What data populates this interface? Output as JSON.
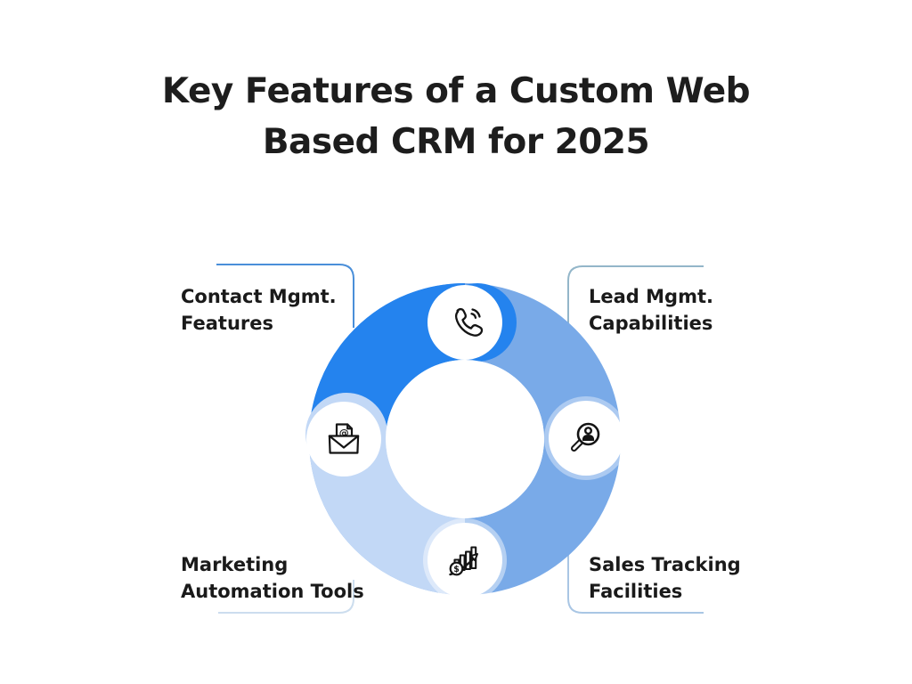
{
  "title": {
    "line1": "Key Features of a Custom Web",
    "line2": "Based CRM for 2025"
  },
  "features": [
    {
      "id": "contact",
      "line1": "Contact Mgmt.",
      "line2": "Features",
      "icon": "phone-icon",
      "position": "top-left"
    },
    {
      "id": "lead",
      "line1": "Lead Mgmt.",
      "line2": "Capabilities",
      "icon": "lead-search-icon",
      "position": "top-right"
    },
    {
      "id": "marketing",
      "line1": "Marketing",
      "line2": "Automation Tools",
      "icon": "email-at-icon",
      "position": "bottom-left"
    },
    {
      "id": "sales",
      "line1": "Sales Tracking",
      "line2": "Facilities",
      "icon": "sales-growth-icon",
      "position": "bottom-right"
    }
  ],
  "donut": {
    "segments": [
      {
        "name": "contact-segment",
        "from": "9 o'clock",
        "to": "12 o'clock",
        "color": "#2483ee"
      },
      {
        "name": "lead-sales-segment",
        "from": "12 o'clock",
        "to": "6 o'clock",
        "color": "#79aae8"
      },
      {
        "name": "marketing-segment",
        "from": "6 o'clock",
        "to": "9 o'clock",
        "color": "#c2d8f6"
      }
    ]
  },
  "colors": {
    "background": "#ffffff",
    "title_text": "#1d1d1d",
    "segment_dark": "#2483ee",
    "segment_medium": "#79aae8",
    "segment_light": "#c2d8f6",
    "connector_tl": "#4a8fd9",
    "connector_tr": "#93b6c9",
    "connector_bl": "#ccddee",
    "connector_br": "#a9c6e4"
  },
  "glyphs": {
    "at": "@",
    "dollar": "$"
  }
}
